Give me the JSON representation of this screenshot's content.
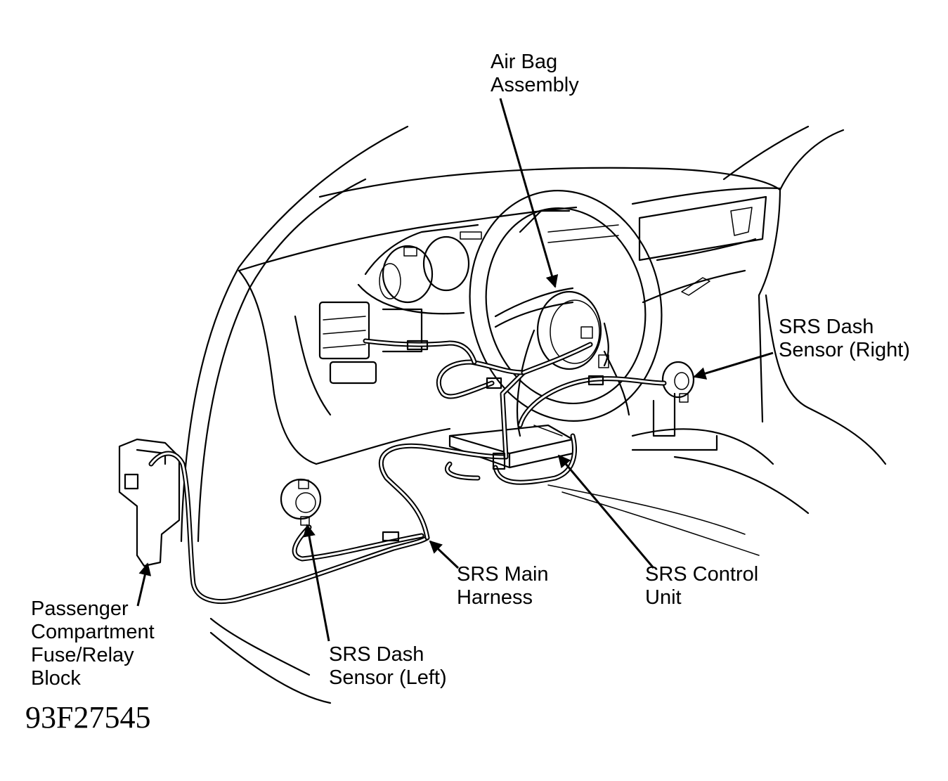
{
  "labels": {
    "air_bag_assembly": "Air Bag\nAssembly",
    "srs_dash_sensor_right": "SRS Dash\nSensor (Right)",
    "passenger_compartment_block": "Passenger\nCompartment\nFuse/Relay\nBlock",
    "srs_main_harness": "SRS Main\nHarness",
    "srs_control_unit": "SRS Control\nUnit",
    "srs_dash_sensor_left": "SRS Dash\nSensor (Left)"
  },
  "figure_code": "93F27545",
  "colors": {
    "ink": "#000000",
    "paper": "#ffffff"
  }
}
